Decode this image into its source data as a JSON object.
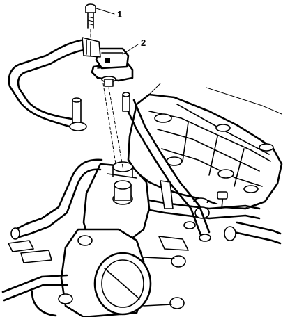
{
  "diagram": {
    "callouts": [
      {
        "id": "1",
        "label": "1"
      },
      {
        "id": "2",
        "label": "2"
      }
    ],
    "colors": {
      "ink": "#000000",
      "paper": "#ffffff"
    }
  }
}
